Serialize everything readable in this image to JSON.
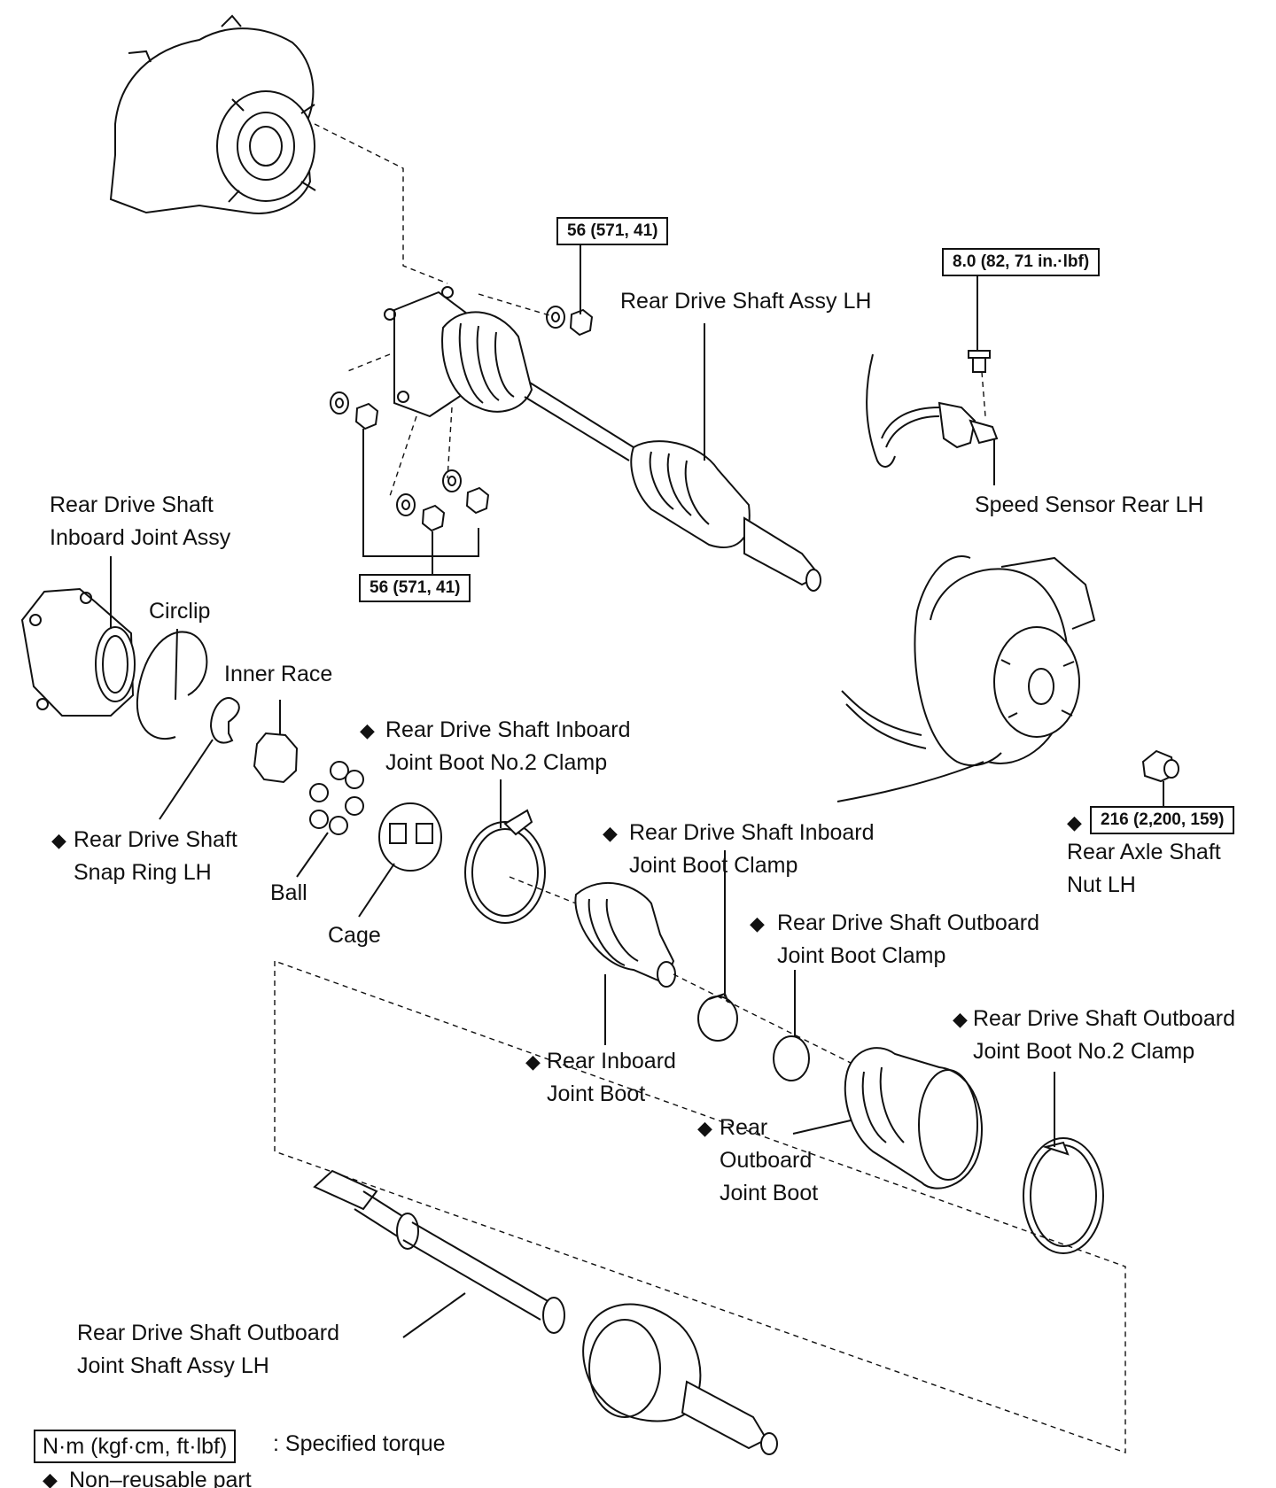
{
  "torque": {
    "flange_nuts_top": "56 (571, 41)",
    "speed_sensor_bolt": "8.0 (82, 71 in.·lbf)",
    "flange_nuts_bottom": "56 (571, 41)",
    "axle_nut": "216 (2,200, 159)"
  },
  "labels": {
    "rear_drive_shaft_assy": "Rear Drive Shaft Assy LH",
    "speed_sensor": "Speed Sensor Rear LH",
    "inboard_joint_assy_l1": "Rear Drive Shaft",
    "inboard_joint_assy_l2": "Inboard Joint Assy",
    "circlip": "Circlip",
    "inner_race": "Inner Race",
    "no2_clamp_inboard_l1": "Rear Drive Shaft Inboard",
    "no2_clamp_inboard_l2": "Joint Boot No.2 Clamp",
    "snap_ring_l1": "Rear Drive Shaft",
    "snap_ring_l2": "Snap Ring LH",
    "ball": "Ball",
    "cage": "Cage",
    "inboard_boot_clamp_l1": "Rear Drive Shaft Inboard",
    "inboard_boot_clamp_l2": "Joint Boot Clamp",
    "outboard_boot_clamp_l1": "Rear Drive Shaft Outboard",
    "outboard_boot_clamp_l2": "Joint Boot Clamp",
    "axle_nut_l1": "Rear Axle Shaft",
    "axle_nut_l2": "Nut LH",
    "no2_clamp_outboard_l1": "Rear Drive Shaft Outboard",
    "no2_clamp_outboard_l2": "Joint Boot No.2 Clamp",
    "inboard_boot_l1": "Rear Inboard",
    "inboard_boot_l2": "Joint Boot",
    "outboard_boot_l1": "Rear",
    "outboard_boot_l2": "Outboard",
    "outboard_boot_l3": "Joint Boot",
    "outboard_shaft_l1": "Rear Drive Shaft Outboard",
    "outboard_shaft_l2": "Joint Shaft Assy LH"
  },
  "symbols": {
    "non_reusable": "◆"
  },
  "legend": {
    "torque_unit": "N·m (kgf·cm, ft·lbf)",
    "torque_desc": ": Specified torque",
    "non_reusable": "Non–reusable part"
  }
}
